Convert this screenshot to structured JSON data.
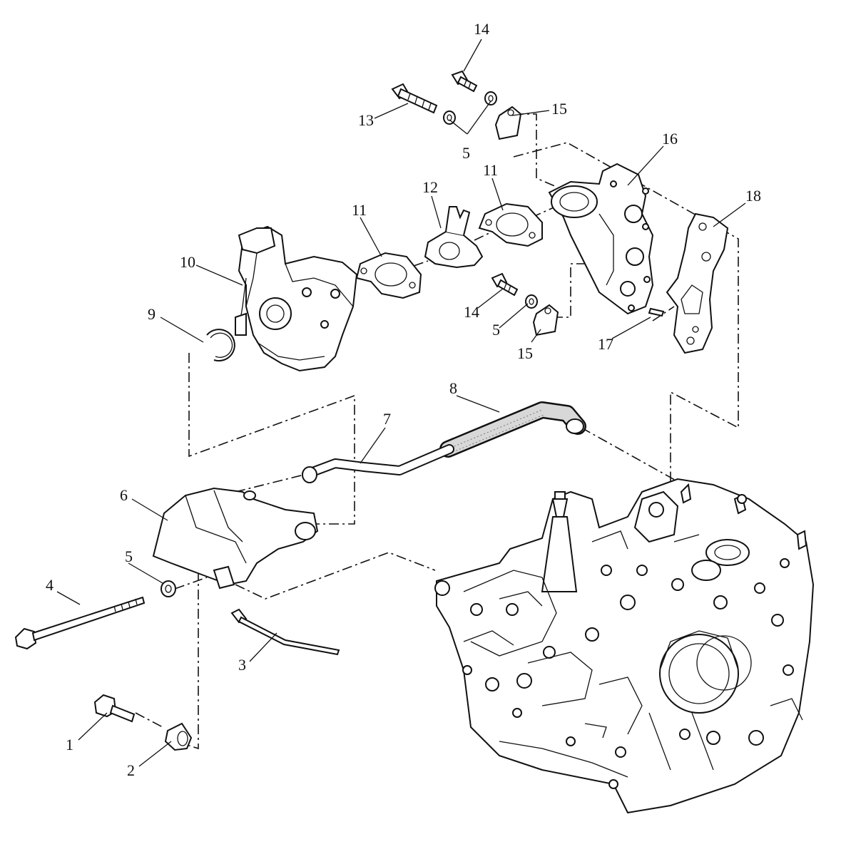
{
  "callouts": [
    {
      "id": "c1",
      "label": "1"
    },
    {
      "id": "c2",
      "label": "2"
    },
    {
      "id": "c3",
      "label": "3"
    },
    {
      "id": "c4",
      "label": "4"
    },
    {
      "id": "c5a",
      "label": "5"
    },
    {
      "id": "c5b",
      "label": "5"
    },
    {
      "id": "c5c",
      "label": "5"
    },
    {
      "id": "c6",
      "label": "6"
    },
    {
      "id": "c7",
      "label": "7"
    },
    {
      "id": "c8",
      "label": "8"
    },
    {
      "id": "c9",
      "label": "9"
    },
    {
      "id": "c10",
      "label": "10"
    },
    {
      "id": "c11a",
      "label": "11"
    },
    {
      "id": "c11b",
      "label": "11"
    },
    {
      "id": "c12",
      "label": "12"
    },
    {
      "id": "c13",
      "label": "13"
    },
    {
      "id": "c14a",
      "label": "14"
    },
    {
      "id": "c14b",
      "label": "14"
    },
    {
      "id": "c15a",
      "label": "15"
    },
    {
      "id": "c15b",
      "label": "15"
    },
    {
      "id": "c16",
      "label": "16"
    },
    {
      "id": "c17",
      "label": "17"
    },
    {
      "id": "c18",
      "label": "18"
    }
  ]
}
